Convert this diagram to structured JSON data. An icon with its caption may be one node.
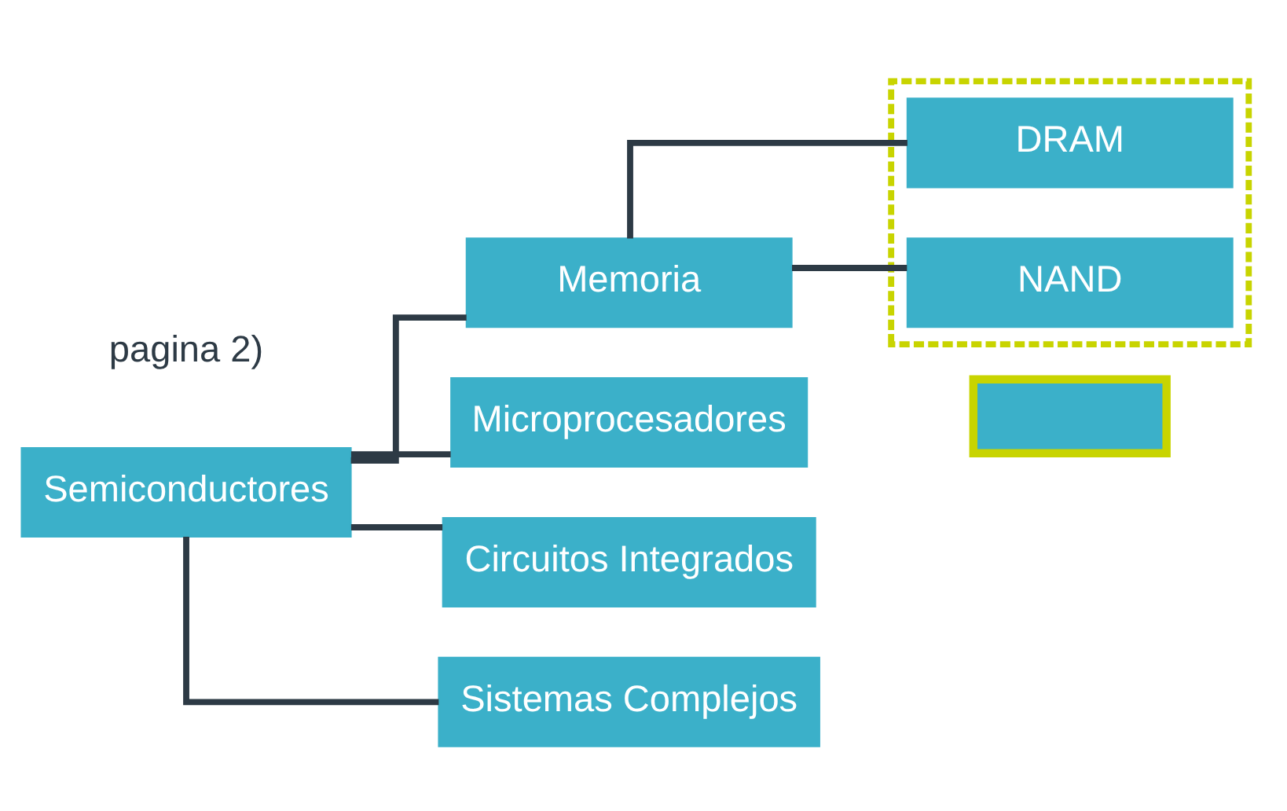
{
  "diagram": {
    "nodes": [
      {
        "text": [
          "Semiconductores"
        ]
      },
      {
        "text": [
          "Memoria"
        ]
      },
      {
        "text": [
          "Microprocesadores"
        ]
      },
      {
        "text": [
          "Circuitos Integrados"
        ]
      },
      {
        "text": [
          "Sistemas Complejos"
        ]
      },
      {
        "text": [],
        "shape": "box"
      },
      {
        "text": [
          "DRAM"
        ],
        "in": 5
      },
      {
        "text": [
          "NAND"
        ],
        "in": 5
      },
      {
        "text": [],
        "shape": "box"
      }
    ],
    "edges": [
      {
        "from": 0,
        "to": 1,
        "arrow": "none"
      },
      {
        "from": 0,
        "to": 2,
        "arrow": "none"
      },
      {
        "from": 0,
        "to": 3,
        "arrow": "none"
      },
      {
        "from": 0,
        "to": 4,
        "arrow": "none"
      },
      {
        "from": 1,
        "to": 6,
        "arrow": "none"
      },
      {
        "from": 1,
        "to": 7,
        "arrow": "none"
      }
    ],
    "labels": [
      "pagina 2)"
    ]
  }
}
